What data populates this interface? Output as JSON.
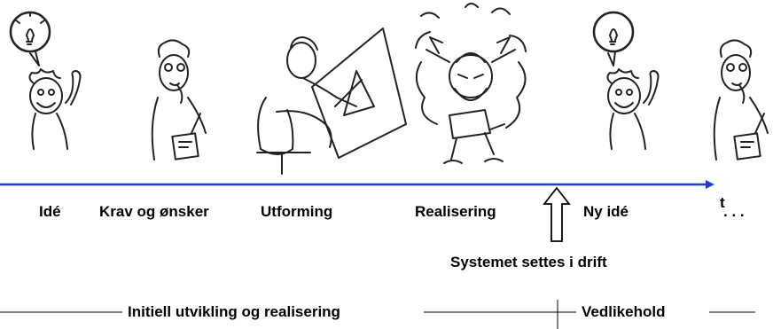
{
  "timeline": {
    "axis_label": "t",
    "axis_color": "#1f3fd6",
    "stages": [
      {
        "label": "Idé",
        "illustration": "person-with-idea-lightbulb"
      },
      {
        "label": "Krav og ønsker",
        "illustration": "person-thinking-with-notepad"
      },
      {
        "label": "Utforming",
        "illustration": "person-drawing-at-drafting-table"
      },
      {
        "label": "Realisering",
        "illustration": "person-exploding-at-desk"
      },
      {
        "label": "Ny idé",
        "illustration": "person-with-idea-lightbulb"
      },
      {
        "label": ". . .",
        "illustration": "person-thinking-with-notepad"
      }
    ]
  },
  "deployment": {
    "label": "Systemet settes i drift",
    "icon": "up-arrow-outline"
  },
  "phases": {
    "initial": "Initiell utvikling og realisering",
    "maintenance": "Vedlikehold"
  }
}
